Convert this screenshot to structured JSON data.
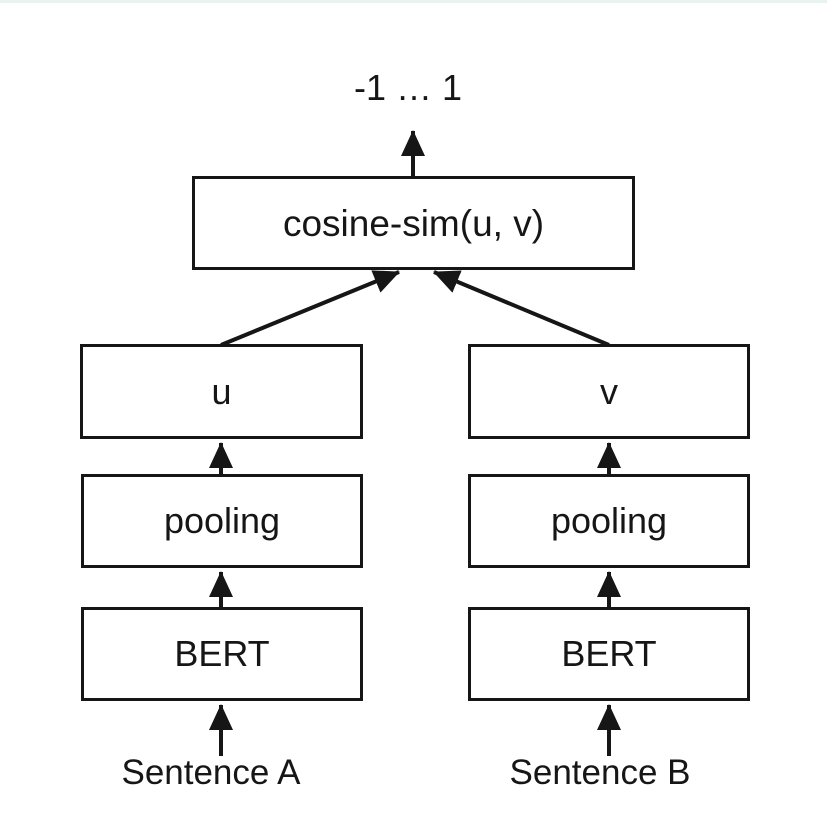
{
  "diagram": {
    "output_range_label": "-1 … 1",
    "cosine_node_label": "cosine-sim(u, v)",
    "left_branch": {
      "embedding_label": "u",
      "pooling_label": "pooling",
      "encoder_label": "BERT",
      "input_label": "Sentence A"
    },
    "right_branch": {
      "embedding_label": "v",
      "pooling_label": "pooling",
      "encoder_label": "BERT",
      "input_label": "Sentence B"
    },
    "colors": {
      "line": "#161616",
      "background": "#ffffff",
      "top_edge": "#eaf2ef"
    }
  }
}
